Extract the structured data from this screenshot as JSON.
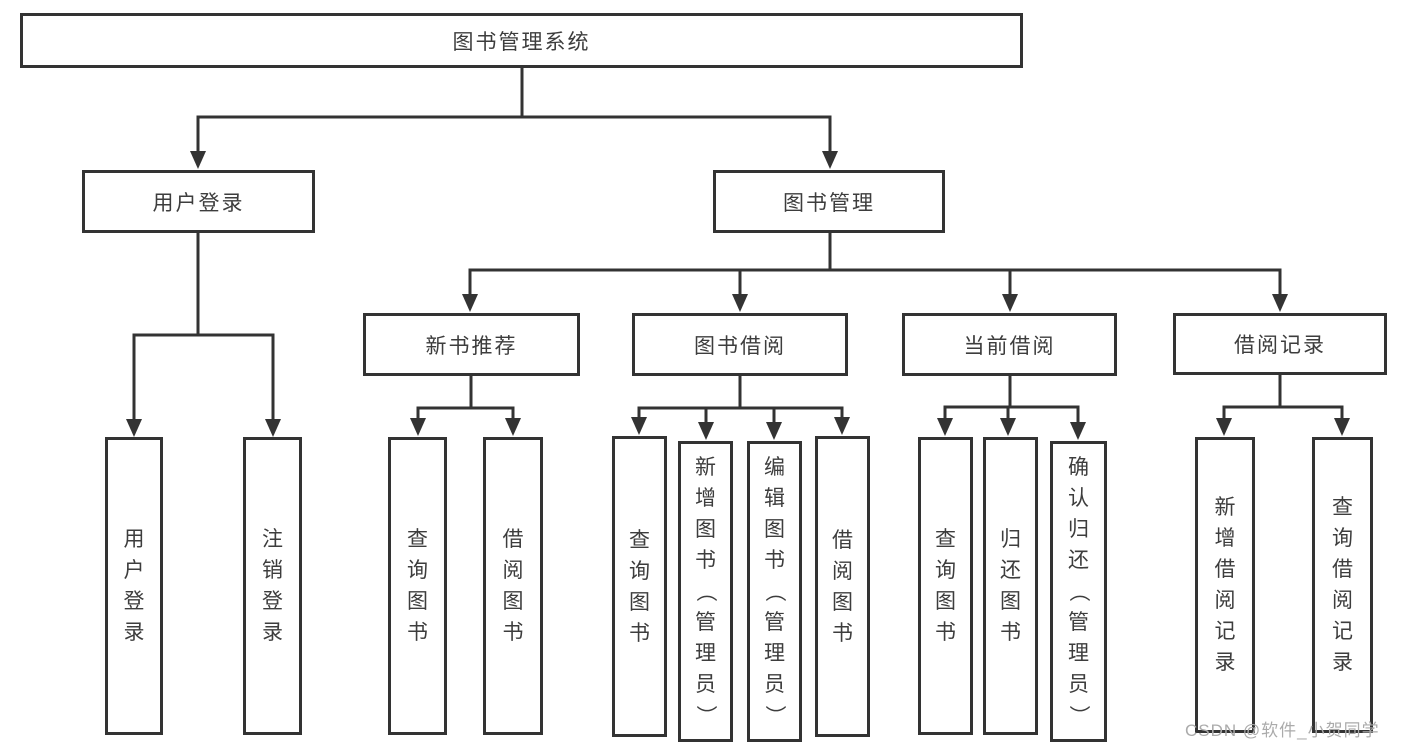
{
  "diagram": {
    "root": {
      "label": "图书管理系统"
    },
    "user_login": {
      "label": "用户登录",
      "children": [
        {
          "label": "用户登录"
        },
        {
          "label": "注销登录"
        }
      ]
    },
    "book_mgmt": {
      "label": "图书管理",
      "sections": [
        {
          "label": "新书推荐",
          "children": [
            {
              "label": "查询图书"
            },
            {
              "label": "借阅图书"
            }
          ]
        },
        {
          "label": "图书借阅",
          "children": [
            {
              "label": "查询图书"
            },
            {
              "label": "新增图书（管理员）"
            },
            {
              "label": "编辑图书（管理员）"
            },
            {
              "label": "借阅图书"
            }
          ]
        },
        {
          "label": "当前借阅",
          "children": [
            {
              "label": "查询图书"
            },
            {
              "label": "归还图书"
            },
            {
              "label": "确认归还（管理员）"
            }
          ]
        },
        {
          "label": "借阅记录",
          "children": [
            {
              "label": "新增借阅记录"
            },
            {
              "label": "查询借阅记录"
            }
          ]
        }
      ]
    }
  },
  "watermark": {
    "text": "CSDN @软件_小贺同学"
  },
  "colors": {
    "line": "#333333",
    "box_border": "#333333",
    "text": "#3d3d3d",
    "background": "#ffffff",
    "watermark": "#ababab"
  }
}
